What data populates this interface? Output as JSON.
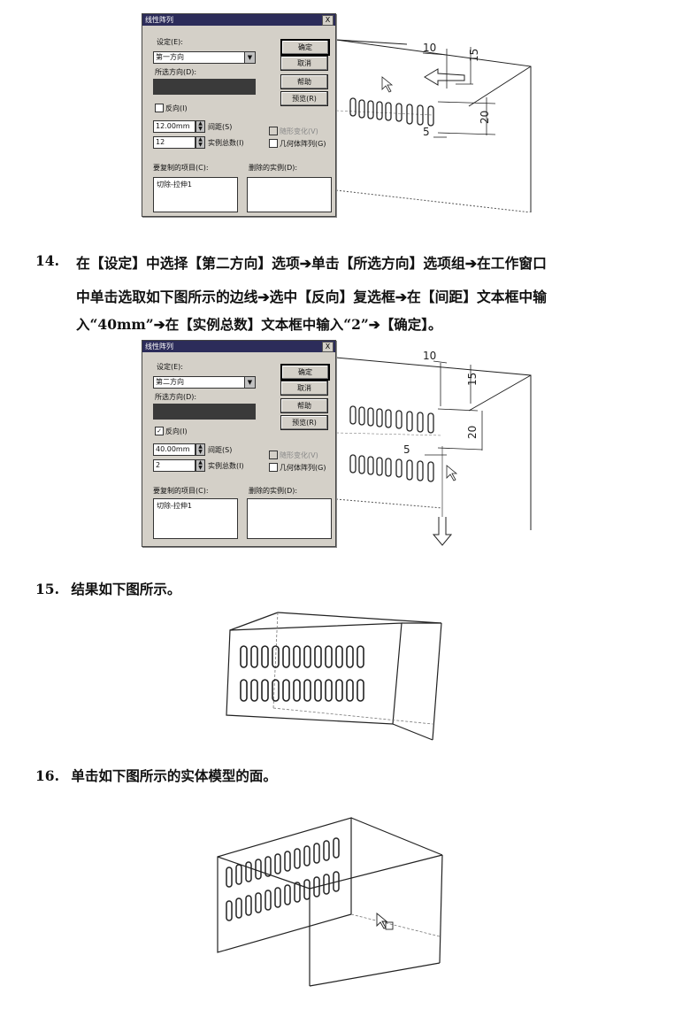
{
  "dialog1": {
    "title": "线性阵列",
    "close": "X",
    "settings_label": "设定(E):",
    "direction_value": "第一方向",
    "selected_dir_label": "所选方向(D):",
    "reverse_label": "反向(I)",
    "spacing_value": "12.00mm",
    "spacing_label": "间距(S)",
    "count_value": "12",
    "count_label": "实例总数(I)",
    "vary_label": "随形变化(V)",
    "geom_label": "几何体阵列(G)",
    "copy_items_label": "要复制的项目(C):",
    "copy_items_value": "切除-拉伸1",
    "deleted_label": "删除的实例(D):",
    "ok": "确定",
    "cancel": "取消",
    "help": "帮助",
    "preview": "预览(R)"
  },
  "figure1_dims": {
    "d10": "10",
    "d15": "15",
    "d20": "20",
    "d5": "5"
  },
  "step14": {
    "number": "14.",
    "line1": "在【设定】中选择【第二方向】选项➔单击【所选方向】选项组➔在工作窗口",
    "line2": "中单击选取如下图所示的边线➔选中【反向】复选框➔在【间距】文本框中输",
    "line3": "入“40mm”➔在【实例总数】文本框中输入“2”➔【确定】。"
  },
  "dialog2": {
    "title": "线性阵列",
    "close": "X",
    "settings_label": "设定(E):",
    "direction_value": "第二方向",
    "selected_dir_label": "所选方向(D):",
    "reverse_label": "反向(I)",
    "spacing_value": "40.00mm",
    "spacing_label": "间距(S)",
    "count_value": "2",
    "count_label": "实例总数(I)",
    "vary_label": "随形变化(V)",
    "geom_label": "几何体阵列(G)",
    "copy_items_label": "要复制的项目(C):",
    "copy_items_value": "切除-拉伸1",
    "deleted_label": "删除的实例(D):",
    "ok": "确定",
    "cancel": "取消",
    "help": "帮助",
    "preview": "预览(R)"
  },
  "figure2_dims": {
    "d10": "10",
    "d15": "15",
    "d20": "20",
    "d5": "5"
  },
  "step15": {
    "number": "15.",
    "text": "结果如下图所示。"
  },
  "step16": {
    "number": "16.",
    "text": "单击如下图所示的实体模型的面。"
  }
}
